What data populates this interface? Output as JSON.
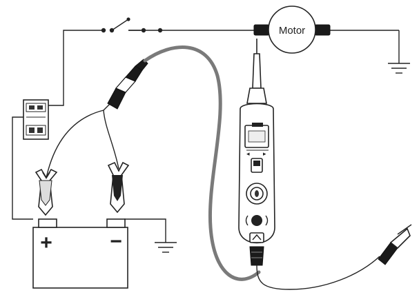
{
  "labels": {
    "motor": "Motor",
    "battery_positive": "+",
    "battery_negative": "−"
  },
  "colors": {
    "line": "#222222",
    "cable": "#7a7a7a",
    "background": "#ffffff"
  },
  "components": [
    "battery",
    "motor",
    "switch",
    "fuse-box",
    "positive-clamp",
    "negative-clamp",
    "inline-connector",
    "circuit-probe",
    "ground-alligator-clip",
    "ground-symbol"
  ]
}
